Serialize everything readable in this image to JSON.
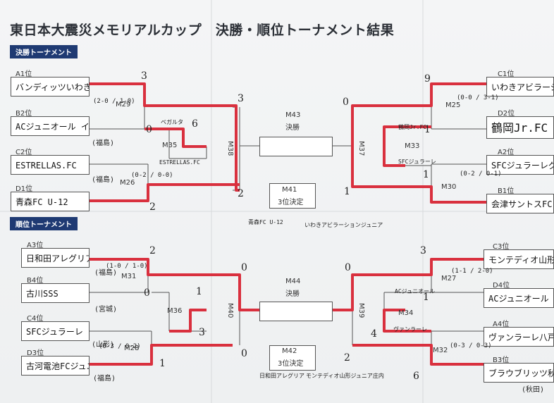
{
  "title": "東日本大震災メモリアルカップ　決勝・順位トーナメント結果",
  "sections": {
    "final": "決勝トーナメント",
    "placement": "順位トーナメント"
  },
  "final_bracket": {
    "left": [
      {
        "seed": "A1位",
        "team": "バンディッツいわきジュニア"
      },
      {
        "seed": "B2位",
        "team": "ACジュニオール イエロー"
      },
      {
        "seed": "C2位",
        "team": "ESTRELLAS.FC"
      },
      {
        "seed": "D1位",
        "team": "青森FC U-12"
      }
    ],
    "right": [
      {
        "seed": "C1位",
        "team": "いわきアビラーション"
      },
      {
        "seed": "D2位",
        "team": "鶴岡Jr.FC"
      },
      {
        "seed": "A2位",
        "team": "SFCジュラーレグ"
      },
      {
        "seed": "B1位",
        "team": "会津サントスFC"
      }
    ],
    "matches": {
      "m29": "M29",
      "m26": "M26",
      "m35": "M35",
      "m38": "M38",
      "m25": "M25",
      "m30": "M30",
      "m33": "M33",
      "m37": "M37"
    },
    "center": {
      "final_code": "M43",
      "final_label": "決勝",
      "third_code": "M41",
      "third_label": "3位決定"
    }
  },
  "placement_bracket": {
    "left": [
      {
        "seed": "A3位",
        "team": "日和田アレグリア"
      },
      {
        "seed": "B4位",
        "team": "古川SSS"
      },
      {
        "seed": "C4位",
        "team": "SFCジュラーレ ブルー"
      },
      {
        "seed": "D3位",
        "team": "古河電池FCジュニア"
      }
    ],
    "right": [
      {
        "seed": "C3位",
        "team": "モンテディオ山形ジュニア"
      },
      {
        "seed": "D4位",
        "team": "ACジュニオール ブル"
      },
      {
        "seed": "A4位",
        "team": "ヴァンラーレ八戸FC U"
      },
      {
        "seed": "B3位",
        "team": "ブラウブリッツ秋田 U-"
      }
    ],
    "matches": {
      "m31": "M31",
      "m28": "M28",
      "m36": "M36",
      "m40": "M40",
      "m27": "M27",
      "m32": "M32",
      "m34": "M34",
      "m39": "M39"
    },
    "center": {
      "final_code": "M44",
      "final_label": "決勝",
      "third_code": "M42",
      "third_label": "3位決定"
    }
  },
  "annotations": {
    "a29": "(福島)",
    "a29s": "(2-0 / 1-0)",
    "a26": "(福島)",
    "a26s": "(0-2 / 0-0)",
    "a35a": "ベガルタ",
    "a35b": "ESTRELLAS.FC",
    "a25s": "(0-0 / 3-1)",
    "a30s": "(0-2 / 0-1)",
    "a33a": "鶴岡Jr.FC",
    "a33b": "SFCジュラーレ",
    "between_a": "青森FC U-12",
    "between_b": "いわきアビラーションジュニア",
    "a31": "(福島)",
    "a31s": "(1-0 / 1-0)",
    "a31b": "(宮城)",
    "a28": "(山形)",
    "a28s": "(0-3 / 0-2)",
    "a28b": "(福島)",
    "a27s": "(1-1 / 2-0)",
    "a32s": "(0-3 / 0-3)",
    "a32b": "(秋田)",
    "a34a": "ACジュニオール",
    "a34b": "ヴァンラーレ",
    "m42a": "日和田アレグリア",
    "m42b": "モンテディオ山形ジュニア庄内"
  },
  "scores": {
    "s1": "3",
    "s2": "0",
    "s3": "6",
    "s4": "2",
    "s5": "3",
    "s6": "2",
    "s7": "9",
    "s8": "1",
    "s9": "1",
    "s10": "0",
    "s11": "1",
    "s12": "0",
    "s13": "2",
    "s14": "0",
    "s15": "1",
    "s16": "3",
    "s17": "0",
    "s18": "1",
    "s19": "3",
    "s20": "1",
    "s21": "4",
    "s22": "2",
    "s23": "6",
    "s24": "0"
  },
  "colors": {
    "winner_line": "#d9303e",
    "bracket_line": "#555555",
    "tag_bg": "#1f3a73"
  }
}
